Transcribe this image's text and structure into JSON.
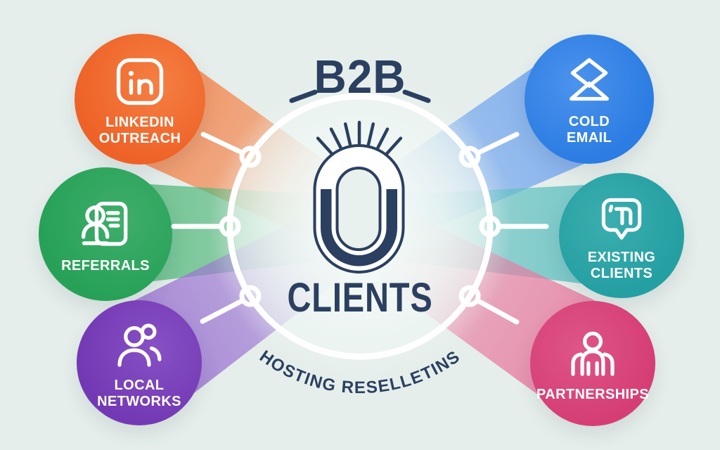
{
  "background_color": "#E5EEEB",
  "ring_color": "#FFFFFF",
  "text_color": "#2B4060",
  "center": {
    "top_label": "B2B",
    "main_label": "CLIENTS",
    "curved_label": "HOSTING RESELLETINS",
    "icon": "magnet-icon"
  },
  "sources": [
    {
      "id": "linkedin-outreach",
      "label": "LINKEDIN\nOUTREACH",
      "icon": "linkedin-icon",
      "color": "#EE6227",
      "beam_color": "#F4824A",
      "position": "top-left"
    },
    {
      "id": "referrals",
      "label": "REFERRALS",
      "icon": "person-document-icon",
      "color": "#27A158",
      "beam_color": "#54B87C",
      "position": "middle-left"
    },
    {
      "id": "local-networks",
      "label": "LOCAL\nNETWORKS",
      "icon": "people-pair-icon",
      "color": "#7339B4",
      "beam_color": "#9C75D2",
      "position": "bottom-left"
    },
    {
      "id": "cold-email",
      "label": "COLD\nEMAIL",
      "icon": "open-envelope-icon",
      "color": "#2B7CE3",
      "beam_color": "#6EA3EE",
      "position": "top-right"
    },
    {
      "id": "existing-clients",
      "label": "EXISTING\nCLIENTS",
      "icon": "tag-pin-icon",
      "color": "#249FA2",
      "beam_color": "#5FBFC0",
      "position": "middle-right"
    },
    {
      "id": "partnerships",
      "label": "PARTNERSHIPS",
      "icon": "people-group-icon",
      "color": "#D53E75",
      "beam_color": "#E87BA0",
      "position": "bottom-right"
    }
  ]
}
